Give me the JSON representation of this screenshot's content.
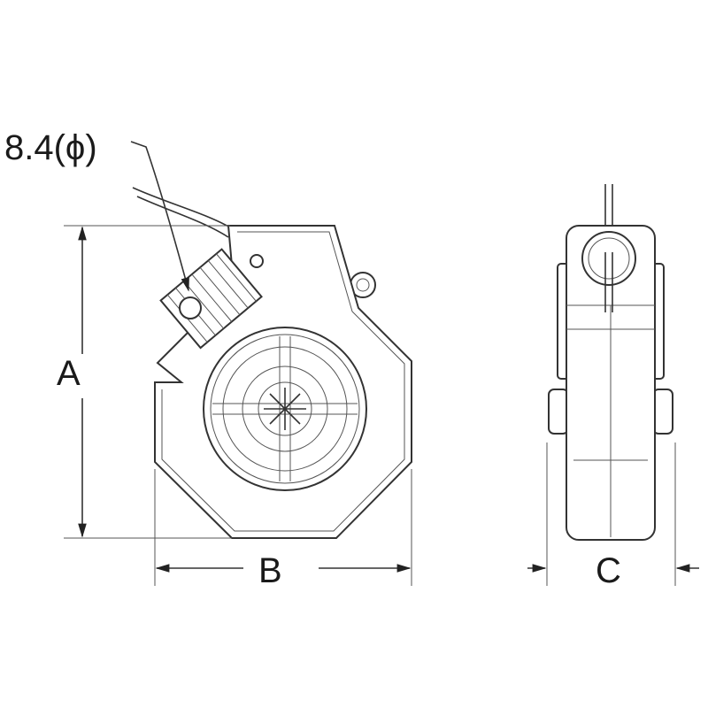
{
  "labels": {
    "diameter": "8.4(ϕ)",
    "dim_a": "A",
    "dim_b": "B",
    "dim_c": "C"
  },
  "colors": {
    "line": "#333333",
    "background": "#ffffff"
  }
}
